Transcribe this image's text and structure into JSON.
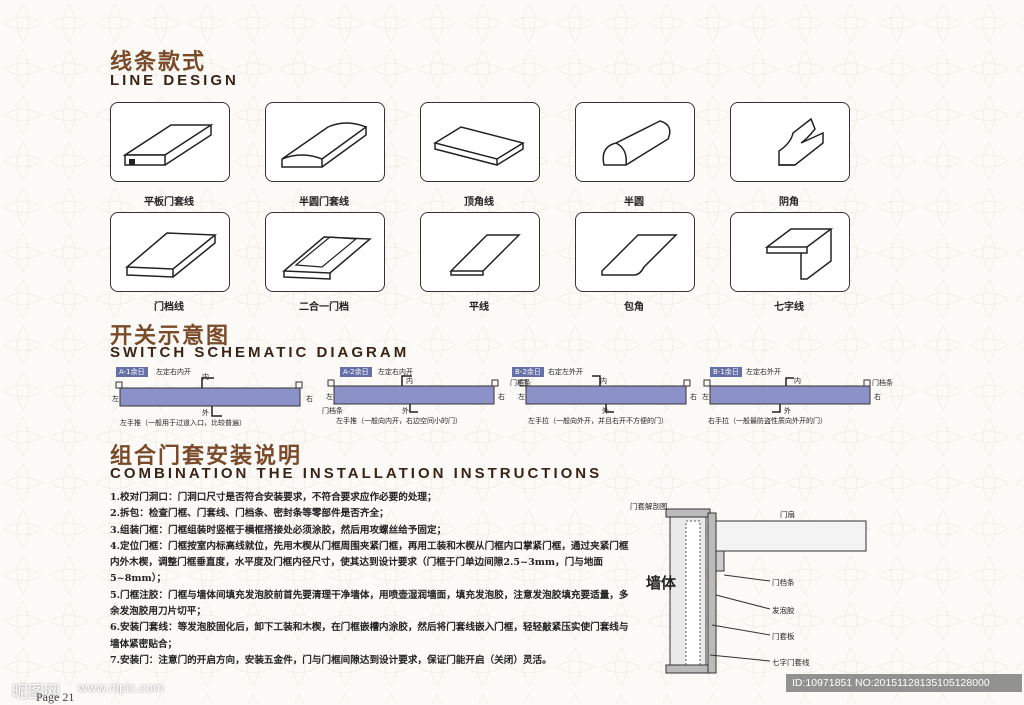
{
  "sections": {
    "line_design": {
      "title_cn": "线条款式",
      "title_en": "LINE DESIGN"
    },
    "switch": {
      "title_cn": "开关示意图",
      "title_en": "SWITCH SCHEMATIC DIAGRAM"
    },
    "install": {
      "title_cn": "组合门套安装说明",
      "title_en": "COMBINATION THE INSTALLATION INSTRUCTIONS"
    }
  },
  "profiles": [
    {
      "label": "平板门套线"
    },
    {
      "label": "半圆门套线"
    },
    {
      "label": "顶角线"
    },
    {
      "label": "半圆"
    },
    {
      "label": "阴角"
    },
    {
      "label": "门档线"
    },
    {
      "label": "二合一门档"
    },
    {
      "label": "平线"
    },
    {
      "label": "包角"
    },
    {
      "label": "七字线"
    }
  ],
  "switch_diagrams": [
    {
      "code": "A-1余日",
      "title": "左定右内开",
      "inside": "内",
      "outside": "外",
      "left": "左",
      "right": "右",
      "note": "左手推（一般用于过道入口，比较普遍）"
    },
    {
      "code": "A-2余日",
      "title": "左定右内开",
      "inside": "内",
      "outside": "外",
      "left": "左",
      "right": "右",
      "stop": "门档条",
      "note": "左手推（一般向内开，右边空间小的门）"
    },
    {
      "code": "B-2余日",
      "title": "右定左外开",
      "inside": "内",
      "outside": "外",
      "left": "左",
      "right": "右",
      "stop": "门档条",
      "note": "左手拉（一般向外开，并且右开不方便的门）"
    },
    {
      "code": "B-1余日",
      "title": "左定右外开",
      "inside": "内",
      "outside": "外",
      "left": "左",
      "right": "右",
      "stop": "门档条",
      "note": "右手拉（一般最防盗性质向外开的门）"
    }
  ],
  "instructions": [
    "1.校对门洞口：门洞口尺寸是否符合安装要求，不符合要求应作必要的处理；",
    "2.拆包：检查门框、门套线、门档条、密封条等零部件是否齐全；",
    "3.组装门框：门框组装时竖框于横框搭接处必须涂胶，然后用攻螺丝给予固定；",
    "4.定位门框：门框按室内标高线就位，先用木楔从门框周围夹紧门框，再用工装和木楔从门框内口掌紧门框，通过夹紧门框内外木楔，调整门框垂直度，水平度及门框内径尺寸，使其达到设计要求（门框于门单边间隙2.5~3mm，门与地面5~8mm）；",
    "5.门框注胶：门框与墙体间填充发泡胶前首先要清理干净墙体，用喷壶湿润墙面，填充发泡胶，注意发泡胶填充要适量，多余发泡胶用刀片切平；",
    "6.安装门套线：等发泡胶固化后，卸下工装和木楔，在门框嵌槽内涂胶，然后将门套线嵌入门框，轻轻敲紧压实使门套线与墙体紧密贴合；",
    "7.安装门：注意门的开启方向，安装五金件，门与门框间隙达到设计要求，保证门能开启（关闭）灵活。"
  ],
  "section_diagram": {
    "title": "门套解剖图",
    "wall": "墙体",
    "labels": [
      "门扇",
      "门档条",
      "发泡胶",
      "门套板",
      "七字门套线"
    ]
  },
  "footer": {
    "watermark": "昵图网",
    "url": "www.nipic.com",
    "page": "Page 21",
    "id": "ID:10971851 NO:20151128135105128000"
  },
  "colors": {
    "heading_cn": "#7a4a2a",
    "door_panel": "#8c92c8",
    "label_bg": "#6670a8"
  }
}
